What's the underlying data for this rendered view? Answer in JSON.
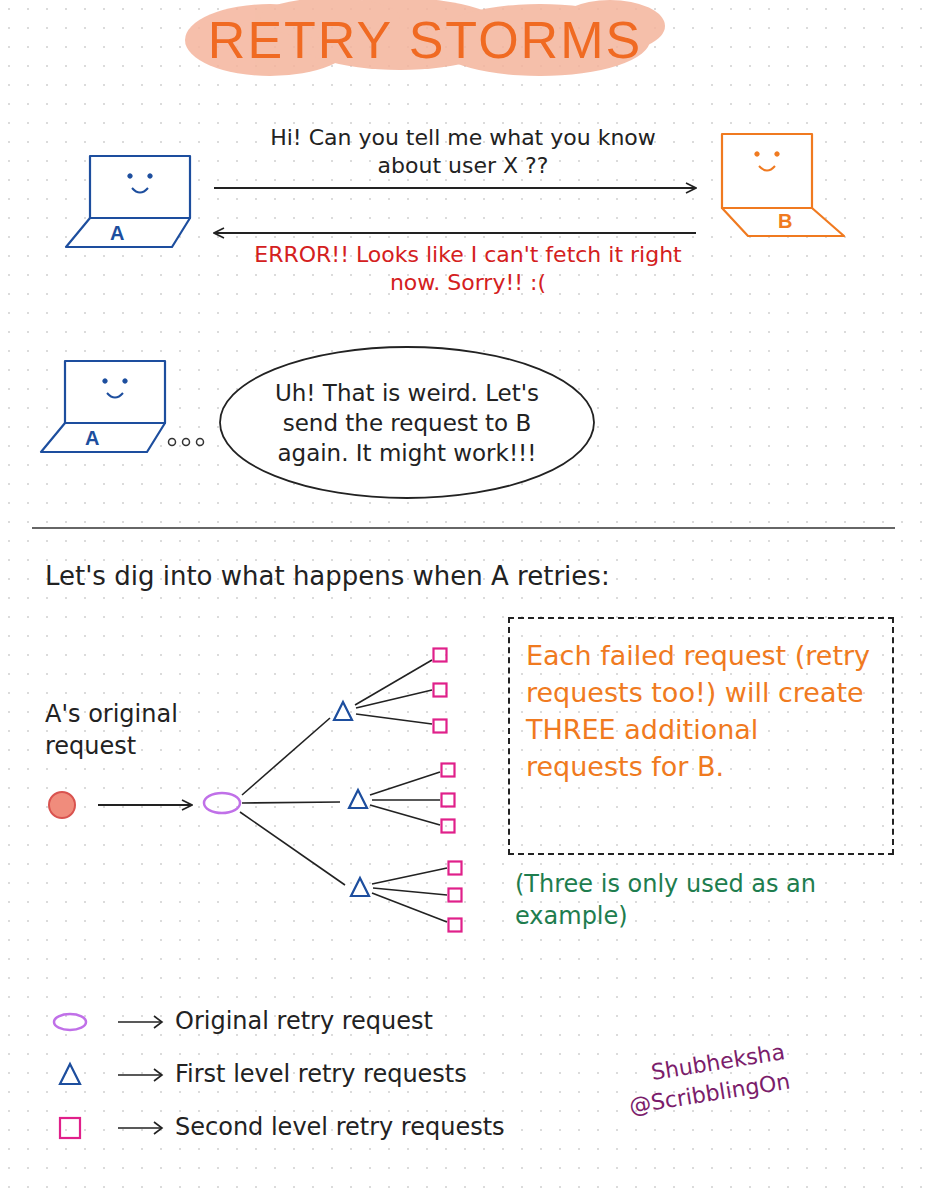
{
  "diagram": {
    "title": "RETRY STORMS",
    "nodes": [
      {
        "text": [
          "A"
        ]
      },
      {
        "text": [
          "B"
        ]
      },
      {
        "text": [
          "A"
        ]
      },
      {
        "text": [
          "Uh! That is weird. Let's send the request to B again. It might work!!!"
        ]
      },
      {
        "text": [
          "Each failed request (retry requests too!) will create THREE additional requests for B."
        ]
      }
    ],
    "edges": [
      {
        "from": 0,
        "to": 1,
        "arrow": "to",
        "label": "Hi! Can you tell me what you know about user X ??"
      },
      {
        "from": 1,
        "to": 0,
        "arrow": "to",
        "label": "ERROR!! Looks like I can't fetch it right now. Sorry!! :("
      }
    ],
    "labels": [
      "Let's dig into what happens when A retries:",
      "A's original request",
      "(Three is only used as an example)",
      "Shubheksha",
      "@ScribblingOn"
    ],
    "legend": [
      {
        "text": "Original retry request"
      },
      {
        "text": "First level retry requests"
      },
      {
        "text": "Second level retry requests"
      }
    ]
  }
}
